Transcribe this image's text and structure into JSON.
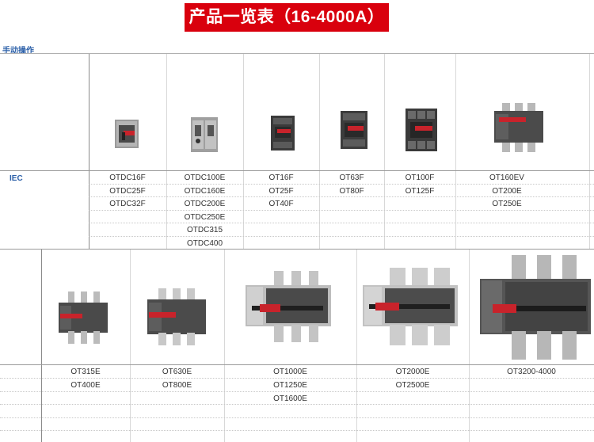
{
  "header": {
    "title": "产品一览表（16-4000A）"
  },
  "section": {
    "label": "手动操作"
  },
  "table1": {
    "row_label": "IEC",
    "columns": [
      [
        "OTDC16F",
        "OTDC25F",
        "OTDC32F"
      ],
      [
        "OTDC100E",
        "OTDC160E",
        "OTDC200E",
        "OTDC250E",
        "OTDC315",
        "OTDC400"
      ],
      [
        "OT16F",
        "OT25F",
        "OT40F"
      ],
      [
        "OT63F",
        "OT80F"
      ],
      [
        "OT100F",
        "OT125F"
      ],
      [
        "OT160EV",
        "OT200E",
        "OT250E"
      ]
    ]
  },
  "table2": {
    "columns": [
      [
        "OT315E",
        "OT400E"
      ],
      [
        "OT630E",
        "OT800E"
      ],
      [
        "OT1000E",
        "OT1250E",
        "OT1600E"
      ],
      [
        "OT2000E",
        "OT2500E"
      ],
      [
        "OT3200-4000"
      ]
    ]
  },
  "colors": {
    "banner": "#d9000d",
    "accent": "#2b5fa8",
    "handle_red": "#c8232b",
    "body_dark": "#4a4a4a"
  }
}
